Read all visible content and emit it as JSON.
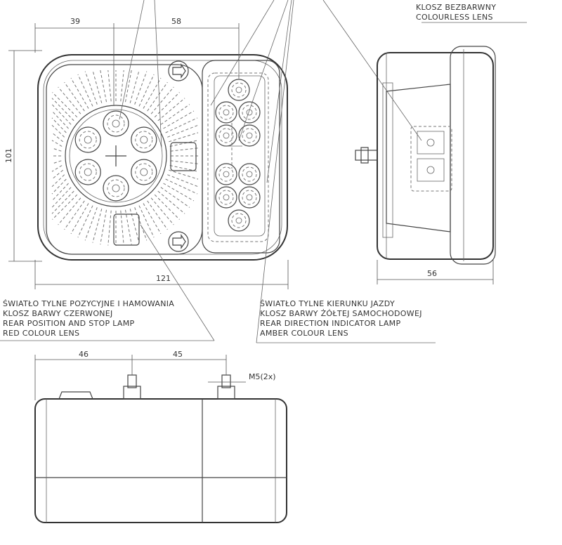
{
  "dimensions": {
    "d39": "39",
    "d58": "58",
    "d101": "101",
    "d121": "121",
    "d56": "56",
    "d46": "46",
    "d45": "45",
    "thread": "M5(2x)"
  },
  "labels": {
    "top_right": [
      "KLOSZ BEZBARWNY",
      "COLOURLESS LENS"
    ],
    "rear_lamp": [
      "ŚWIATŁO TYLNE POZYCYJNE I HAMOWANIA",
      "KLOSZ BARWY CZERWONEJ",
      "REAR POSITION AND STOP LAMP",
      "RED COLOUR LENS"
    ],
    "indicator_lamp": [
      "ŚWIATŁO TYLNE KIERUNKU JAZDY",
      "KLOSZ BARWY ŻÓŁTEJ SAMOCHODOWEJ",
      "REAR DIRECTION INDICATOR LAMP",
      "AMBER COLOUR LENS"
    ]
  }
}
